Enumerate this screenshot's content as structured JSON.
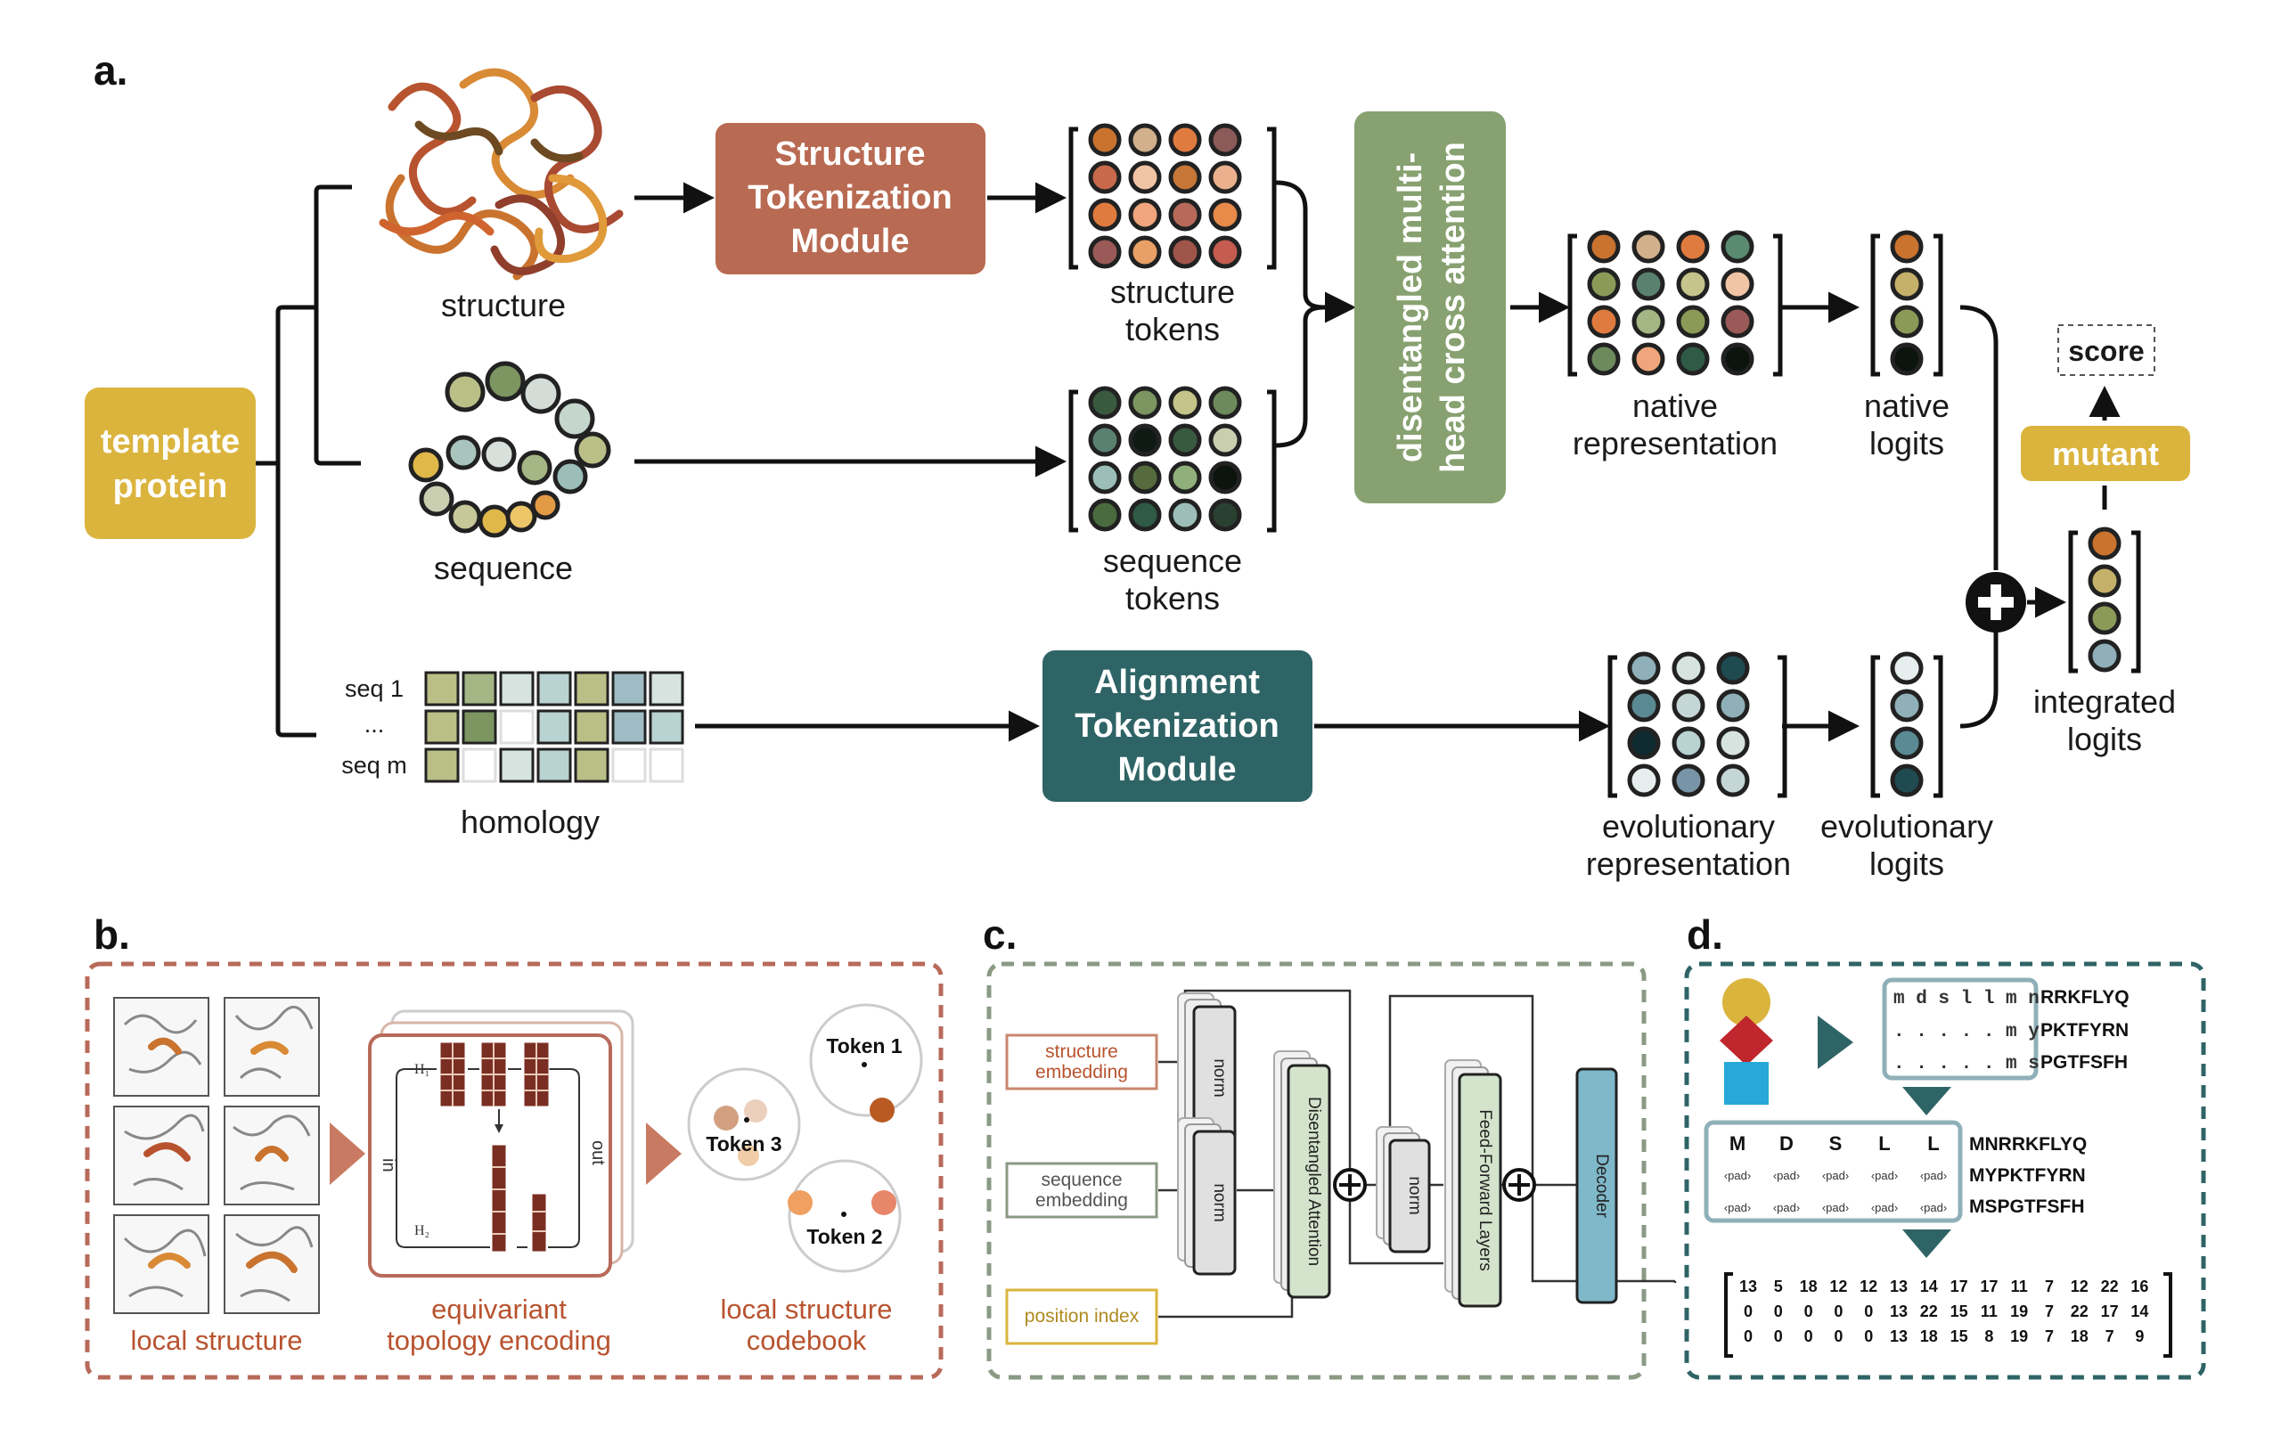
{
  "panels": {
    "a": "a.",
    "b": "b.",
    "c": "c.",
    "d": "d."
  },
  "a": {
    "template_protein": [
      "template",
      "protein"
    ],
    "structure_label": "structure",
    "sequence_label": "sequence",
    "homology_label": "homology",
    "seq_rows": [
      "seq 1",
      "...",
      "seq m"
    ],
    "structure_module": [
      "Structure",
      "Tokenization",
      "Module"
    ],
    "alignment_module": [
      "Alignment",
      "Tokenization",
      "Module"
    ],
    "structure_tokens": [
      "structure",
      "tokens"
    ],
    "sequence_tokens": [
      "sequence",
      "tokens"
    ],
    "attention": [
      "disentangled multi-",
      "head cross attention"
    ],
    "native_representation": [
      "native",
      "representation"
    ],
    "native_logits": [
      "native",
      "logits"
    ],
    "evolutionary_representation": [
      "evolutionary",
      "representation"
    ],
    "evolutionary_logits": [
      "evolutionary",
      "logits"
    ],
    "integrated_logits": [
      "integrated",
      "logits"
    ],
    "mutant": "mutant",
    "score": "score"
  },
  "b": {
    "local_structure": "local structure",
    "equivariant": [
      "equivariant",
      "topology encoding"
    ],
    "codebook": [
      "local structure",
      "codebook"
    ],
    "in_label": "in",
    "out_label": "out",
    "h1": "H₁",
    "h2": "H₂",
    "token1": "Token 1",
    "token2": "Token 2",
    "token3": "Token 3"
  },
  "c": {
    "structure_embedding": [
      "structure",
      "embedding"
    ],
    "sequence_embedding": [
      "sequence",
      "embedding"
    ],
    "position_index": "position index",
    "norm": "norm",
    "disentangled_attention": "Disentangled Attention",
    "ffn": "Feed-Forward Layers",
    "decoder": "Decoder"
  },
  "d": {
    "box1_rows": [
      "m d s l l m n",
      ". . . . . m y",
      ". . . . . m s"
    ],
    "tail1_rows": [
      "RRKFLYQ",
      "PKTFYRN",
      "PGTFSFH"
    ],
    "box2_header": [
      "M",
      "D",
      "S",
      "L",
      "L"
    ],
    "box2_rows": [
      [
        "‹pad›",
        "‹pad›",
        "‹pad›",
        "‹pad›",
        "‹pad›"
      ],
      [
        "‹pad›",
        "‹pad›",
        "‹pad›",
        "‹pad›",
        "‹pad›"
      ]
    ],
    "tail2_rows": [
      "MNRRKFLYQ",
      "MYPKTFYRN",
      "MSPGTFSFH"
    ],
    "matrix": [
      [
        "13",
        "5",
        "18",
        "12",
        "12",
        "13",
        "14",
        "17",
        "17",
        "11",
        "7",
        "12",
        "22",
        "16"
      ],
      [
        "0",
        "0",
        "0",
        "0",
        "0",
        "13",
        "22",
        "15",
        "11",
        "19",
        "7",
        "22",
        "17",
        "14"
      ],
      [
        "0",
        "0",
        "0",
        "0",
        "0",
        "13",
        "18",
        "15",
        "8",
        "19",
        "7",
        "18",
        "7",
        "9"
      ]
    ]
  },
  "colors": {
    "structure_module": "#b86a52",
    "alignment_module": "#2f6466",
    "attention": "#87a170",
    "template": "#dbb43e",
    "mutant": "#dbb43e"
  }
}
